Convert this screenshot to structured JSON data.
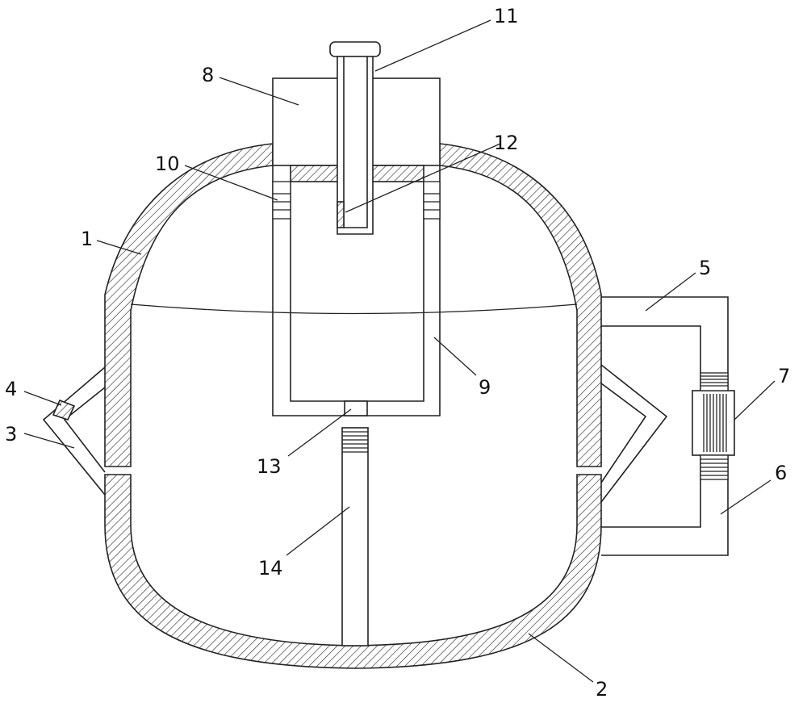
{
  "figure": {
    "callouts": [
      {
        "id": "c1",
        "text": "1"
      },
      {
        "id": "c2",
        "text": "2"
      },
      {
        "id": "c3",
        "text": "3"
      },
      {
        "id": "c4",
        "text": "4"
      },
      {
        "id": "c5",
        "text": "5"
      },
      {
        "id": "c6",
        "text": "6"
      },
      {
        "id": "c7",
        "text": "7"
      },
      {
        "id": "c8",
        "text": "8"
      },
      {
        "id": "c9",
        "text": "9"
      },
      {
        "id": "c10",
        "text": "10"
      },
      {
        "id": "c11",
        "text": "11"
      },
      {
        "id": "c12",
        "text": "12"
      },
      {
        "id": "c13",
        "text": "13"
      },
      {
        "id": "c14",
        "text": "14"
      }
    ]
  }
}
